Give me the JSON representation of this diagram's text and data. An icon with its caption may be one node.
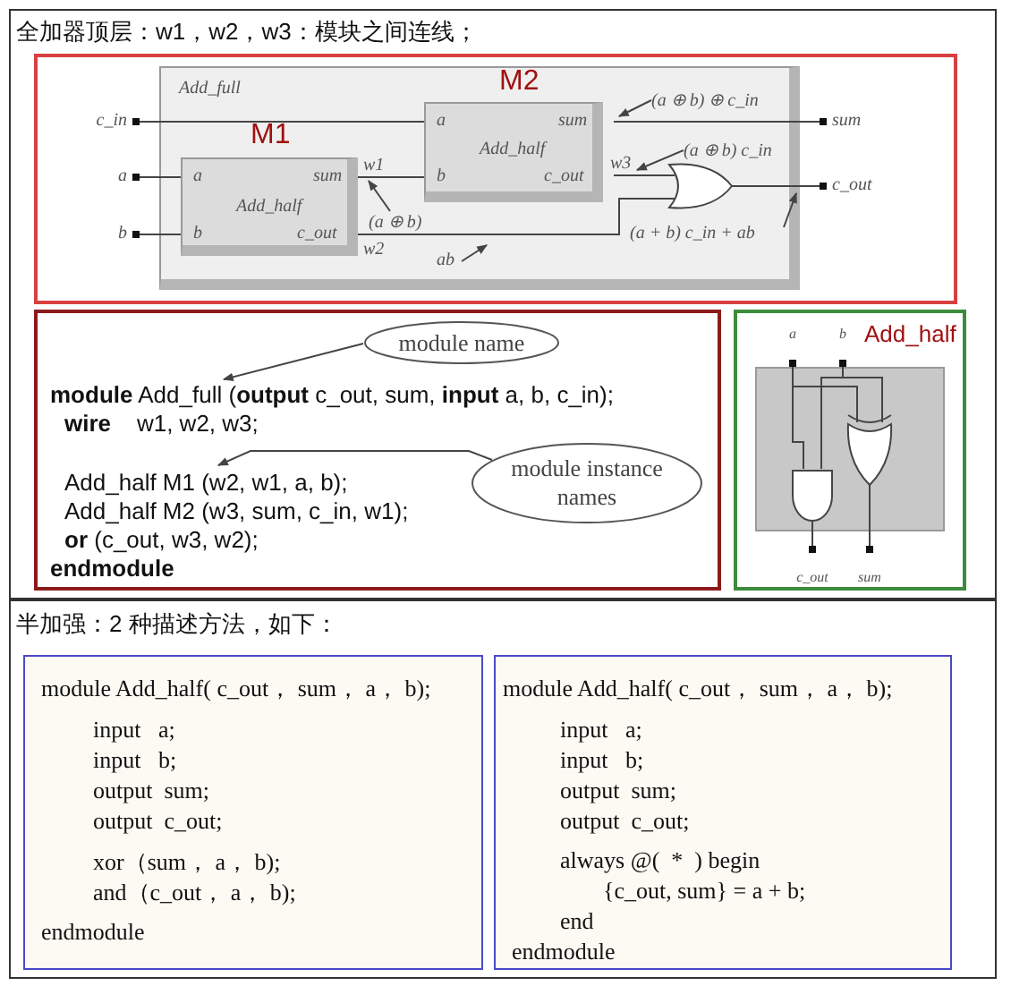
{
  "diagram": {
    "nodes": [
      {
        "text": [
          "全加器顶层：w1，w2，w3：模块之间连线；"
        ]
      },
      {
        "text": [],
        "shape": "box",
        "in": 0
      },
      {
        "text": [
          "Add_full"
        ],
        "in": 1
      },
      {
        "text": [
          "a",
          "sum",
          "Add_half",
          "b",
          "c_out"
        ],
        "beside": [
          "M1"
        ],
        "in": 2
      },
      {
        "text": [
          "a",
          "sum",
          "Add_half",
          "b",
          "c_out"
        ],
        "beside": [
          "M2"
        ],
        "in": 2
      },
      {
        "text": [],
        "shape": "gate",
        "in": 2
      },
      {
        "text": [
          "c_in"
        ],
        "in": 1
      },
      {
        "text": [
          "a"
        ],
        "in": 1
      },
      {
        "text": [
          "b"
        ],
        "in": 1
      },
      {
        "text": [
          "sum"
        ],
        "in": 1
      },
      {
        "text": [
          "c_out"
        ],
        "in": 1
      },
      {
        "text": [
          "(a ⊕ b) ⊕ c_in"
        ],
        "in": 2
      },
      {
        "text": [
          "(a ⊕ b) c_in"
        ],
        "in": 2
      },
      {
        "text": [
          "(a ⊕ b)"
        ],
        "in": 2
      },
      {
        "text": [
          "ab"
        ],
        "in": 2
      },
      {
        "text": [
          "(a + b) c_in + ab"
        ],
        "in": 2
      },
      {
        "text": [
          "**module** Add_full (**output** c_out, sum, **input** a, b, c_in);",
          "**wire**    w1, w2, w3;",
          "Add_half M1 (w2, w1, a, b);",
          "Add_half M2 (w3, sum, c_in, w1);",
          "**or** (c_out, w3, w2);",
          "**endmodule**"
        ],
        "in": 0
      },
      {
        "text": [
          "module name"
        ],
        "in": 16
      },
      {
        "text": [
          "module instance names"
        ],
        "in": 16
      },
      {
        "text": [
          "Add_half"
        ],
        "in": 0
      },
      {
        "text": [],
        "shape": "box",
        "in": 19
      },
      {
        "text": [],
        "shape": "gate",
        "in": 20
      },
      {
        "text": [],
        "shape": "gate",
        "in": 20
      },
      {
        "text": [
          "a"
        ],
        "in": 19
      },
      {
        "text": [
          "b"
        ],
        "in": 19
      },
      {
        "text": [
          "c_out"
        ],
        "in": 19
      },
      {
        "text": [
          "sum"
        ],
        "in": 19
      },
      {
        "text": [
          "半加强：2 种描述方法，如下："
        ]
      },
      {
        "text": [
          "module Add_half( c_out， sum， a， b);",
          "input   a;",
          "input   b;",
          "output  sum;",
          "output  c_out;",
          "xor（sum， a， b);",
          "and（c_out， a， b);",
          "endmodule"
        ],
        "in": 27
      },
      {
        "text": [
          "module Add_half( c_out， sum， a， b);",
          "input   a;",
          "input   b;",
          "output  sum;",
          "output  c_out;",
          "always @(  *  ) begin",
          "{c_out, sum} = a + b;",
          "end",
          "endmodule"
        ],
        "in": 27
      }
    ],
    "edges": [
      {
        "from": 6,
        "to": 4,
        "arrow": "none"
      },
      {
        "from": 7,
        "to": 3,
        "arrow": "none"
      },
      {
        "from": 8,
        "to": 3,
        "arrow": "none"
      },
      {
        "from": 3,
        "to": 4,
        "arrow": "none",
        "label": "w1"
      },
      {
        "from": 3,
        "to": 5,
        "arrow": "none",
        "label": "w2"
      },
      {
        "from": 4,
        "to": 9,
        "arrow": "none"
      },
      {
        "from": 4,
        "to": 5,
        "arrow": "none",
        "label": "w3"
      },
      {
        "from": 5,
        "to": 10,
        "arrow": "none"
      },
      {
        "from": 11,
        "to": null,
        "arrow": "to"
      },
      {
        "from": 12,
        "to": null,
        "arrow": "to"
      },
      {
        "from": 13,
        "to": null,
        "arrow": "to"
      },
      {
        "from": 14,
        "to": null,
        "arrow": "to"
      },
      {
        "from": 15,
        "to": 10,
        "arrow": "to"
      },
      {
        "from": 17,
        "to": null,
        "arrow": "to"
      },
      {
        "from": 18,
        "to": null,
        "arrow": "to"
      },
      {
        "from": 23,
        "to": 21,
        "arrow": "none"
      },
      {
        "from": 23,
        "to": 22,
        "arrow": "none"
      },
      {
        "from": 24,
        "to": 21,
        "arrow": "none"
      },
      {
        "from": 24,
        "to": 22,
        "arrow": "none"
      },
      {
        "from": 21,
        "to": 25,
        "arrow": "none"
      },
      {
        "from": 22,
        "to": 26,
        "arrow": "none"
      }
    ]
  }
}
